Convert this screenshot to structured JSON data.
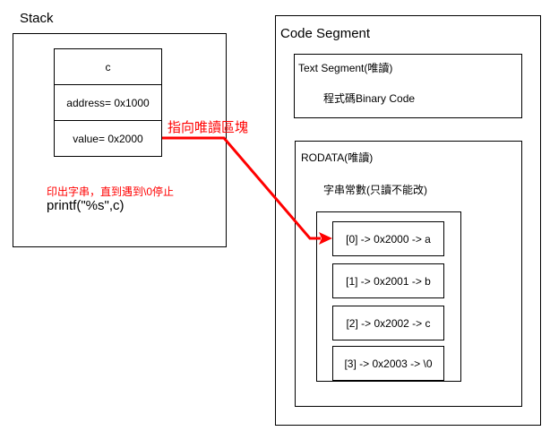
{
  "stack": {
    "title": "Stack",
    "cells": [
      "c",
      "address= 0x1000",
      "value= 0x2000"
    ],
    "note": "印出字串，直到遇到\\0停止",
    "code": "printf(\"%s\",c)"
  },
  "arrow_label": "指向唯讀區塊",
  "code_segment": {
    "title": "Code Segment",
    "text_segment": {
      "title": "Text Segment(唯讀)",
      "content": "程式碼Binary Code"
    },
    "rodata": {
      "title": "RODATA(唯讀)",
      "subtitle": "字串常數(只讀不能改)",
      "entries": [
        "[0] -> 0x2000 -> a",
        "[1] -> 0x2001 -> b",
        "[2] -> 0x2002 -> c",
        "[3] -> 0x2003 -> \\0"
      ]
    }
  },
  "colors": {
    "arrow": "#ff0000",
    "border": "#000000",
    "note": "#ff0000"
  }
}
